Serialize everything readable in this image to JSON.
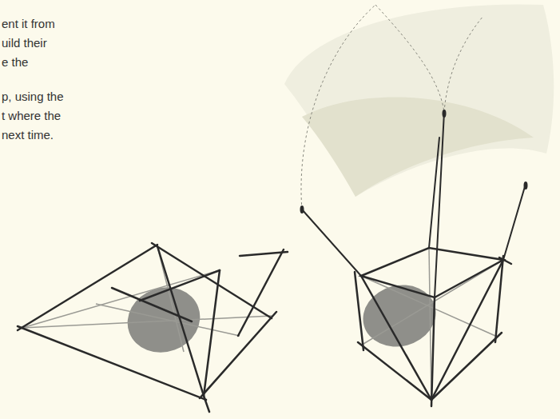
{
  "diagram": {
    "labels": [
      "ent it from",
      "uild their",
      "e the",
      "p, using the",
      "t where the",
      "next time."
    ]
  }
}
